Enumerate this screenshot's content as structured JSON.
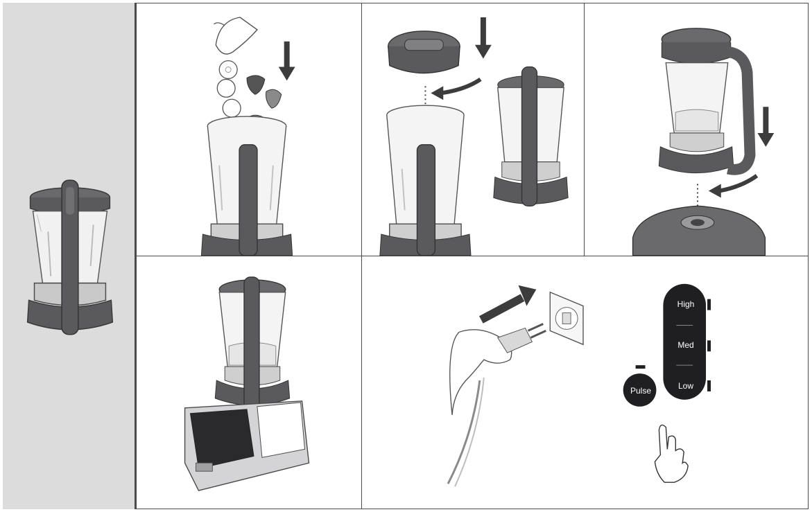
{
  "controls": {
    "high_label": "High",
    "med_label": "Med",
    "low_label": "Low",
    "pulse_label": "Pulse"
  },
  "colors": {
    "outline": "#4a4a4a",
    "dark_part": "#58585a",
    "side_panel": "#dcdcdd",
    "arrow": "#3c3c3c",
    "glass": "#f4f4f4",
    "control_panel": "#1f1f21"
  },
  "icons": [
    "arrow-down-icon",
    "arrow-curved-icon",
    "arrow-diagonal-icon",
    "hand-icon",
    "plug-icon",
    "socket-icon",
    "pointing-finger-icon"
  ]
}
